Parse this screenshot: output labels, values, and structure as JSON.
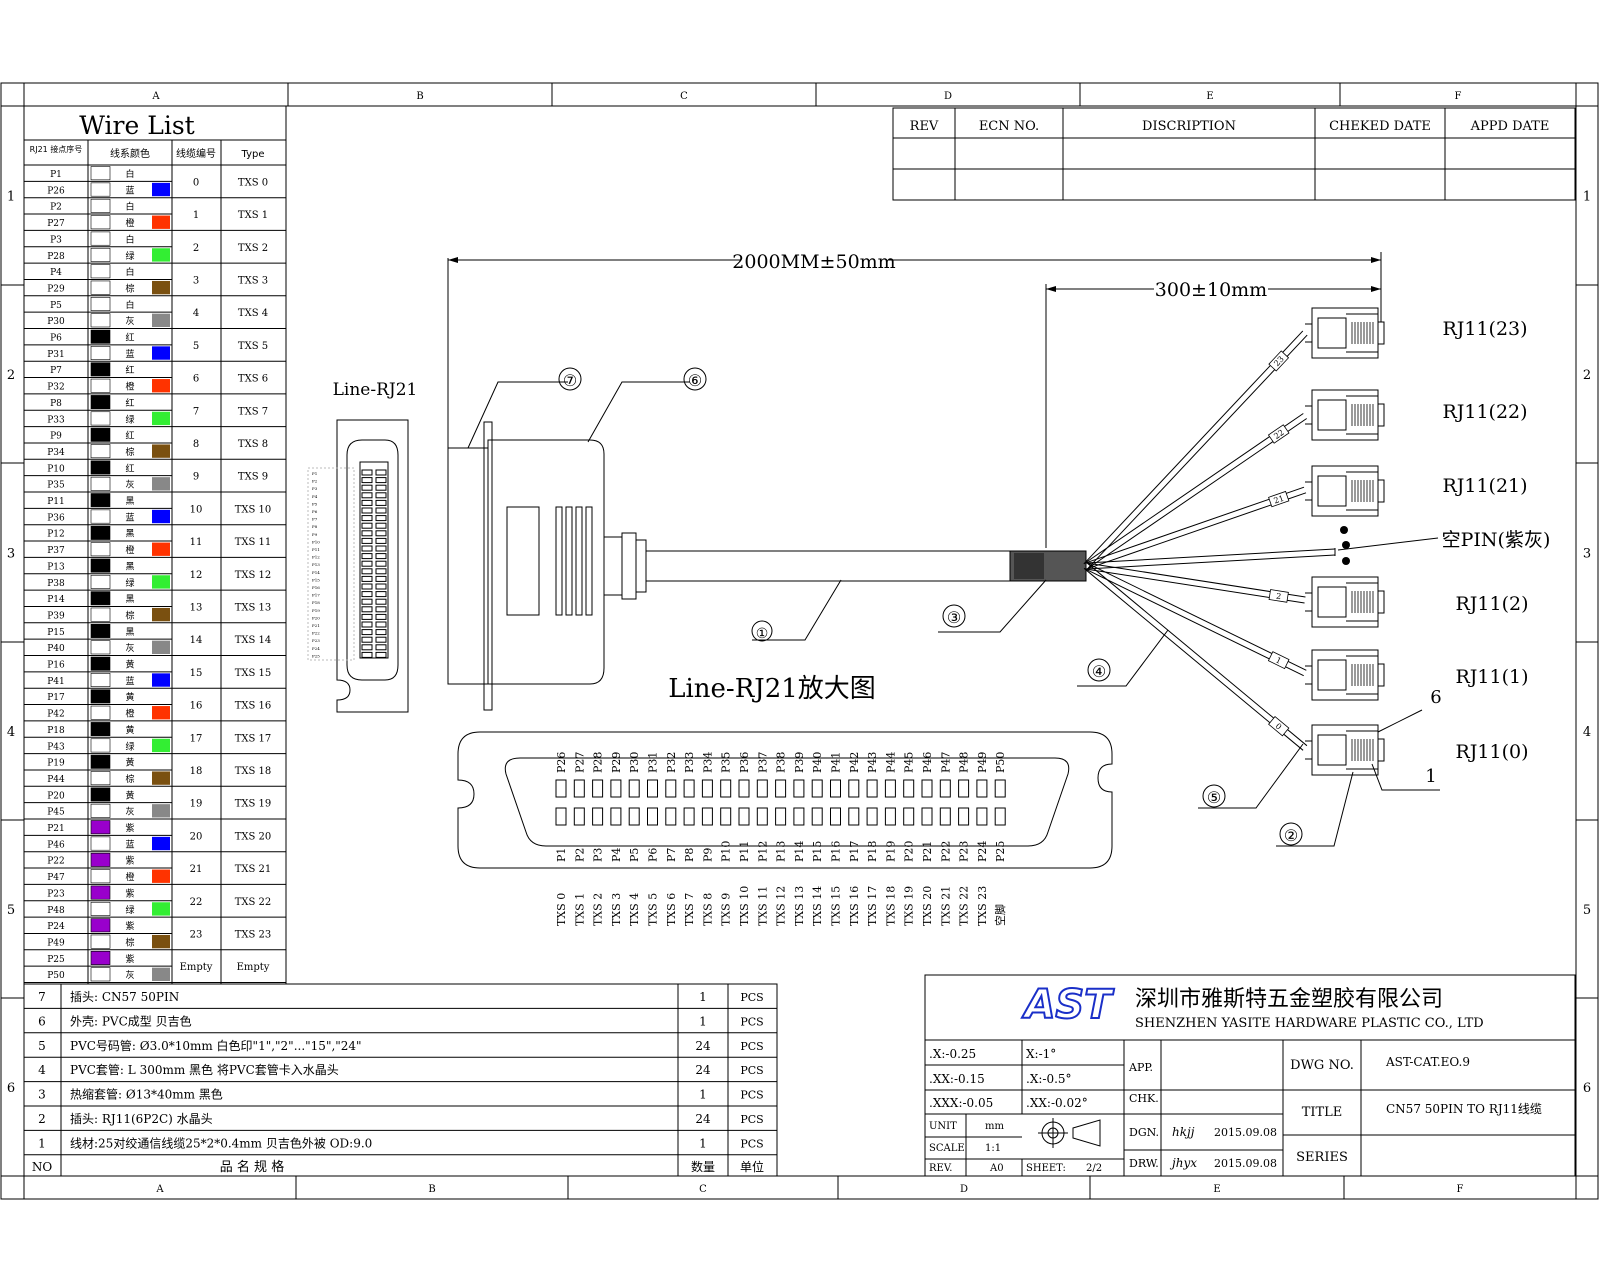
{
  "frame": {
    "col_labels_top": [
      "A",
      "B",
      "C",
      "D",
      "E",
      "F"
    ],
    "col_labels_bottom": [
      "A",
      "B",
      "C",
      "D",
      "E",
      "F"
    ],
    "row_labels_left": [
      "1",
      "2",
      "3",
      "4",
      "5",
      "6"
    ],
    "row_labels_right": [
      "1",
      "2",
      "3",
      "4",
      "5",
      "6"
    ]
  },
  "wire_list": {
    "title": "Wire List",
    "headers": [
      "RJ21 接点序号",
      "线系颜色",
      "线缆编号",
      "Type"
    ],
    "rows": [
      {
        "pins": [
          "P1",
          "P26"
        ],
        "colors": [
          [
            "#ffffff",
            "白"
          ],
          [
            "#ffffff",
            "蓝"
          ]
        ],
        "marks": [
          "",
          "#0000ff"
        ],
        "num": "0",
        "type": "TXS 0"
      },
      {
        "pins": [
          "P2",
          "P27"
        ],
        "colors": [
          [
            "#ffffff",
            "白"
          ],
          [
            "#ffffff",
            "橙"
          ]
        ],
        "marks": [
          "",
          "#ff3300"
        ],
        "num": "1",
        "type": "TXS 1"
      },
      {
        "pins": [
          "P3",
          "P28"
        ],
        "colors": [
          [
            "#ffffff",
            "白"
          ],
          [
            "#ffffff",
            "绿"
          ]
        ],
        "marks": [
          "",
          "#33ee33"
        ],
        "num": "2",
        "type": "TXS 2"
      },
      {
        "pins": [
          "P4",
          "P29"
        ],
        "colors": [
          [
            "#ffffff",
            "白"
          ],
          [
            "#ffffff",
            "棕"
          ]
        ],
        "marks": [
          "",
          "#7a5010"
        ],
        "num": "3",
        "type": "TXS 3"
      },
      {
        "pins": [
          "P5",
          "P30"
        ],
        "colors": [
          [
            "#ffffff",
            "白"
          ],
          [
            "#ffffff",
            "灰"
          ]
        ],
        "marks": [
          "",
          "#888888"
        ],
        "num": "4",
        "type": "TXS 4"
      },
      {
        "pins": [
          "P6",
          "P31"
        ],
        "colors": [
          [
            "#000000",
            "红"
          ],
          [
            "#ffffff",
            "蓝"
          ]
        ],
        "marks": [
          "",
          "#0000ff"
        ],
        "num": "5",
        "type": "TXS 5"
      },
      {
        "pins": [
          "P7",
          "P32"
        ],
        "colors": [
          [
            "#000000",
            "红"
          ],
          [
            "#ffffff",
            "橙"
          ]
        ],
        "marks": [
          "",
          "#ff3300"
        ],
        "num": "6",
        "type": "TXS 6"
      },
      {
        "pins": [
          "P8",
          "P33"
        ],
        "colors": [
          [
            "#000000",
            "红"
          ],
          [
            "#ffffff",
            "绿"
          ]
        ],
        "marks": [
          "",
          "#33ee33"
        ],
        "num": "7",
        "type": "TXS 7"
      },
      {
        "pins": [
          "P9",
          "P34"
        ],
        "colors": [
          [
            "#000000",
            "红"
          ],
          [
            "#ffffff",
            "棕"
          ]
        ],
        "marks": [
          "",
          "#7a5010"
        ],
        "num": "8",
        "type": "TXS 8"
      },
      {
        "pins": [
          "P10",
          "P35"
        ],
        "colors": [
          [
            "#000000",
            "红"
          ],
          [
            "#ffffff",
            "灰"
          ]
        ],
        "marks": [
          "",
          "#888888"
        ],
        "num": "9",
        "type": "TXS 9"
      },
      {
        "pins": [
          "P11",
          "P36"
        ],
        "colors": [
          [
            "#000000",
            "黑"
          ],
          [
            "#ffffff",
            "蓝"
          ]
        ],
        "marks": [
          "",
          "#0000ff"
        ],
        "num": "10",
        "type": "TXS 10"
      },
      {
        "pins": [
          "P12",
          "P37"
        ],
        "colors": [
          [
            "#000000",
            "黑"
          ],
          [
            "#ffffff",
            "橙"
          ]
        ],
        "marks": [
          "",
          "#ff3300"
        ],
        "num": "11",
        "type": "TXS 11"
      },
      {
        "pins": [
          "P13",
          "P38"
        ],
        "colors": [
          [
            "#000000",
            "黑"
          ],
          [
            "#ffffff",
            "绿"
          ]
        ],
        "marks": [
          "",
          "#33ee33"
        ],
        "num": "12",
        "type": "TXS 12"
      },
      {
        "pins": [
          "P14",
          "P39"
        ],
        "colors": [
          [
            "#000000",
            "黑"
          ],
          [
            "#ffffff",
            "棕"
          ]
        ],
        "marks": [
          "",
          "#7a5010"
        ],
        "num": "13",
        "type": "TXS 13"
      },
      {
        "pins": [
          "P15",
          "P40"
        ],
        "colors": [
          [
            "#000000",
            "黑"
          ],
          [
            "#ffffff",
            "灰"
          ]
        ],
        "marks": [
          "",
          "#888888"
        ],
        "num": "14",
        "type": "TXS 14"
      },
      {
        "pins": [
          "P16",
          "P41"
        ],
        "colors": [
          [
            "#000000",
            "黄"
          ],
          [
            "#ffffff",
            "蓝"
          ]
        ],
        "marks": [
          "",
          "#0000ff"
        ],
        "num": "15",
        "type": "TXS 15"
      },
      {
        "pins": [
          "P17",
          "P42"
        ],
        "colors": [
          [
            "#000000",
            "黄"
          ],
          [
            "#ffffff",
            "橙"
          ]
        ],
        "marks": [
          "",
          "#ff3300"
        ],
        "num": "16",
        "type": "TXS 16"
      },
      {
        "pins": [
          "P18",
          "P43"
        ],
        "colors": [
          [
            "#000000",
            "黄"
          ],
          [
            "#ffffff",
            "绿"
          ]
        ],
        "marks": [
          "",
          "#33ee33"
        ],
        "num": "17",
        "type": "TXS 17"
      },
      {
        "pins": [
          "P19",
          "P44"
        ],
        "colors": [
          [
            "#000000",
            "黄"
          ],
          [
            "#ffffff",
            "棕"
          ]
        ],
        "marks": [
          "",
          "#7a5010"
        ],
        "num": "18",
        "type": "TXS 18"
      },
      {
        "pins": [
          "P20",
          "P45"
        ],
        "colors": [
          [
            "#000000",
            "黄"
          ],
          [
            "#ffffff",
            "灰"
          ]
        ],
        "marks": [
          "",
          "#888888"
        ],
        "num": "19",
        "type": "TXS 19"
      },
      {
        "pins": [
          "P21",
          "P46"
        ],
        "colors": [
          [
            "#9900cc",
            "紫"
          ],
          [
            "#ffffff",
            "蓝"
          ]
        ],
        "marks": [
          "",
          "#0000ff"
        ],
        "num": "20",
        "type": "TXS 20"
      },
      {
        "pins": [
          "P22",
          "P47"
        ],
        "colors": [
          [
            "#9900cc",
            "紫"
          ],
          [
            "#ffffff",
            "橙"
          ]
        ],
        "marks": [
          "",
          "#ff3300"
        ],
        "num": "21",
        "type": "TXS 21"
      },
      {
        "pins": [
          "P23",
          "P48"
        ],
        "colors": [
          [
            "#9900cc",
            "紫"
          ],
          [
            "#ffffff",
            "绿"
          ]
        ],
        "marks": [
          "",
          "#33ee33"
        ],
        "num": "22",
        "type": "TXS 22"
      },
      {
        "pins": [
          "P24",
          "P49"
        ],
        "colors": [
          [
            "#9900cc",
            "紫"
          ],
          [
            "#ffffff",
            "棕"
          ]
        ],
        "marks": [
          "",
          "#7a5010"
        ],
        "num": "23",
        "type": "TXS 23"
      },
      {
        "pins": [
          "P25",
          "P50"
        ],
        "colors": [
          [
            "#9900cc",
            "紫"
          ],
          [
            "#ffffff",
            "灰"
          ]
        ],
        "marks": [
          "",
          "#888888"
        ],
        "num": "Empty",
        "type": "Empty"
      }
    ]
  },
  "revision_table": {
    "headers": [
      "REV",
      "ECN NO.",
      "DISCRIPTION",
      "CHEKED DATE",
      "APPD DATE"
    ]
  },
  "drawing": {
    "dim_total": "2000MM±50mm",
    "dim_branch": "300±10mm",
    "connector_label": "Line-RJ21",
    "enlarged_label": "Line-RJ21放大图",
    "callouts": [
      "①",
      "②",
      "③",
      "④",
      "⑤",
      "⑥",
      "⑦"
    ],
    "rj_labels": [
      "RJ11(23)",
      "RJ11(22)",
      "RJ11(21)",
      "空PIN(紫灰)",
      "RJ11(2)",
      "RJ11(1)",
      "RJ11(0)"
    ],
    "sleeve_marks": [
      "23",
      "22",
      "21",
      "2",
      "1",
      "0"
    ],
    "pin_mark_6": "6",
    "pin_mark_1": "1",
    "top_pins": [
      "P26",
      "P27",
      "P28",
      "P29",
      "P30",
      "P31",
      "P32",
      "P33",
      "P34",
      "P35",
      "P36",
      "P37",
      "P38",
      "P39",
      "P40",
      "P41",
      "P42",
      "P43",
      "P44",
      "P45",
      "P46",
      "P47",
      "P48",
      "P49",
      "P50"
    ],
    "bottom_pins": [
      "P1",
      "P2",
      "P3",
      "P4",
      "P5",
      "P6",
      "P7",
      "P8",
      "P9",
      "P10",
      "P11",
      "P12",
      "P13",
      "P14",
      "P15",
      "P16",
      "P17",
      "P18",
      "P19",
      "P20",
      "P21",
      "P22",
      "P23",
      "P24",
      "P25"
    ],
    "bottom_types": [
      "TXS 0",
      "TXS 1",
      "TXS 2",
      "TXS 3",
      "TXS 4",
      "TXS 5",
      "TXS 6",
      "TXS 7",
      "TXS 8",
      "TXS 9",
      "TXS 10",
      "TXS 11",
      "TXS 12",
      "TXS 13",
      "TXS 14",
      "TXS 15",
      "TXS 16",
      "TXS 17",
      "TXS 18",
      "TXS 19",
      "TXS 20",
      "TXS 21",
      "TXS 22",
      "TXS 23",
      "空脚"
    ]
  },
  "bom": {
    "rows": [
      {
        "no": "7",
        "desc": "插头: CN57 50PIN",
        "qty": "1",
        "unit": "PCS"
      },
      {
        "no": "6",
        "desc": "外壳: PVC成型 贝吉色",
        "qty": "1",
        "unit": "PCS"
      },
      {
        "no": "5",
        "desc": "PVC号码管: Ø3.0*10mm 白色印\"1\",\"2\"...\"15\",\"24\"",
        "qty": "24",
        "unit": "PCS"
      },
      {
        "no": "4",
        "desc": "PVC套管: L 300mm 黑色 将PVC套管卡入水晶头",
        "qty": "24",
        "unit": "PCS"
      },
      {
        "no": "3",
        "desc": "热缩套管: Ø13*40mm 黑色",
        "qty": "1",
        "unit": "PCS"
      },
      {
        "no": "2",
        "desc": "插头: RJ11(6P2C) 水晶头",
        "qty": "24",
        "unit": "PCS"
      },
      {
        "no": "1",
        "desc": "线材:25对绞通信线缆25*2*0.4mm 贝吉色外被 OD:9.0",
        "qty": "1",
        "unit": "PCS"
      }
    ],
    "footer": {
      "no": "NO",
      "desc": "品 名 规 格",
      "qty": "数量",
      "unit": "单位"
    }
  },
  "title_block": {
    "logo": "AST",
    "company_cn": "深圳市雅斯特五金塑胶有限公司",
    "company_en": "SHENZHEN YASITE HARDWARE PLASTIC CO., LTD",
    "tolerances": [
      ".X:-0.25",
      "X:-1°",
      ".XX:-0.15",
      ".X:-0.5°",
      ".XXX:-0.05",
      ".XX:-0.02°"
    ],
    "unit_label": "UNIT",
    "unit_value": "mm",
    "scale_label": "SCALE",
    "scale_value": "1:1",
    "rev_label": "REV.",
    "rev_value": "A0",
    "sheet_label": "SHEET:",
    "sheet_value": "2/2",
    "app_label": "APP.",
    "chk_label": "CHK.",
    "dgn_label": "DGN.",
    "dgn_value": "2015.09.08",
    "drw_label": "DRW.",
    "drw_value": "2015.09.08",
    "dwg_no_label": "DWG NO.",
    "dwg_no_value": "AST-CAT.EO.9",
    "title_label": "TITLE",
    "title_value": "CN57 50PIN TO RJ11线缆",
    "series_label": "SERIES"
  }
}
